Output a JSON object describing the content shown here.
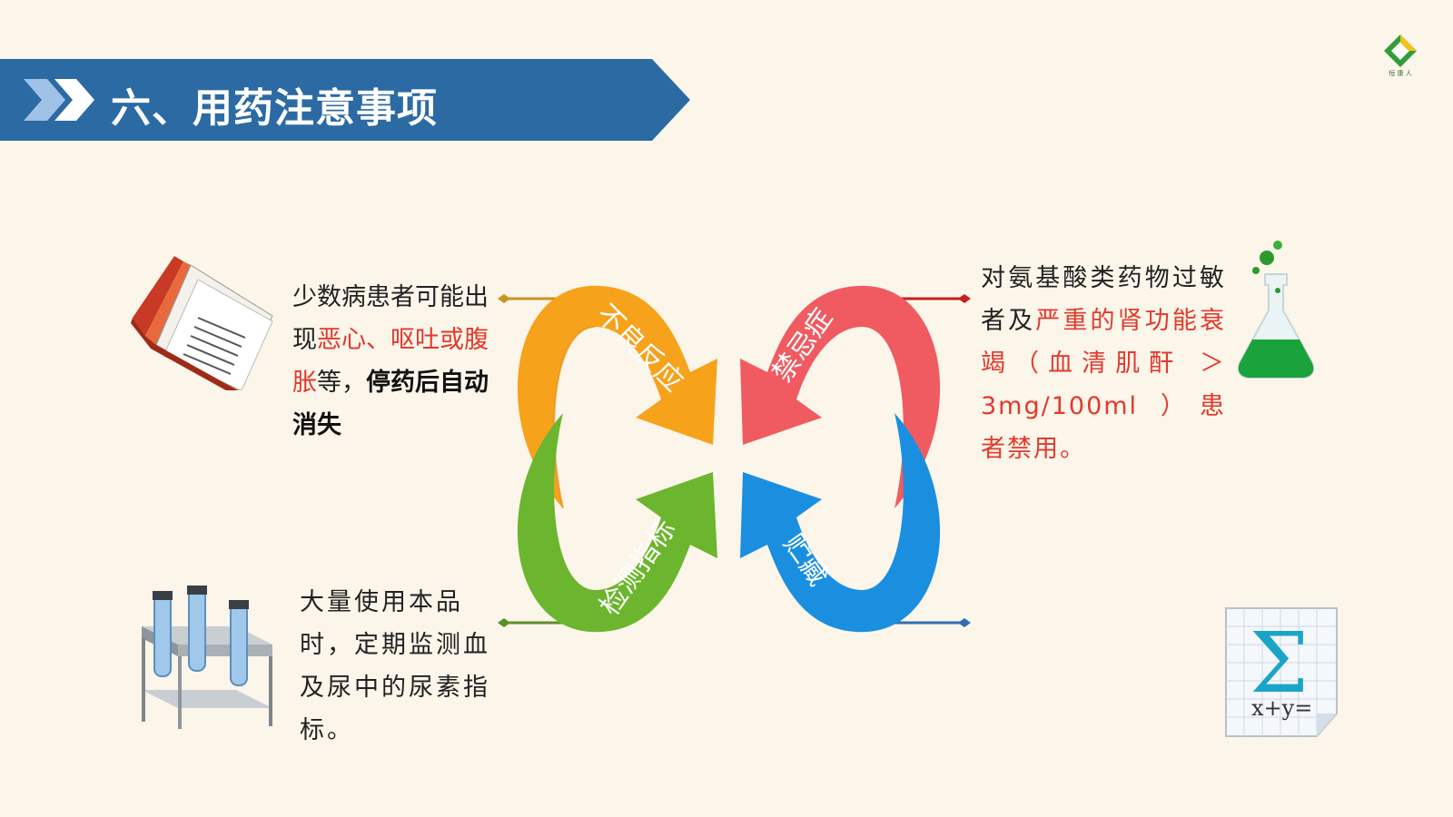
{
  "header": {
    "title": "六、用药注意事项"
  },
  "logo": {
    "label": "logo",
    "text": "恒 康 人"
  },
  "diagram": {
    "petals": [
      {
        "id": "adverse",
        "label": "不良反应",
        "color": "#f7a21b"
      },
      {
        "id": "contra",
        "label": "禁忌症",
        "color": "#ef5b60"
      },
      {
        "id": "monitor",
        "label": "检测指标",
        "color": "#6bb62e"
      },
      {
        "id": "storage",
        "label": "贮藏",
        "color": "#1a8fe0"
      }
    ]
  },
  "notes": {
    "adverse": {
      "t1": "少数病患者可能出现",
      "t2": "恶心、呕吐或腹胀",
      "t3": "等，",
      "t4": "停药后自动消失"
    },
    "contra": {
      "t1": "对氨基酸类药物过敏者及",
      "t2": "严重的肾功能衰竭（血清肌酐 ＞ 3mg/100ml ）患者禁用。"
    },
    "monitor": {
      "t1": "大量使用本品时，定期监测血及尿中的尿素指标。"
    }
  },
  "icons": {
    "book": "book-icon",
    "flask": "flask-icon",
    "test_tubes": "test-tubes-icon",
    "formula": "sigma-formula-icon",
    "formula_text": "x+y="
  },
  "colors": {
    "banner": "#2c6aa3",
    "accent_red": "#e23a2c",
    "background": "#fbf5ea"
  }
}
